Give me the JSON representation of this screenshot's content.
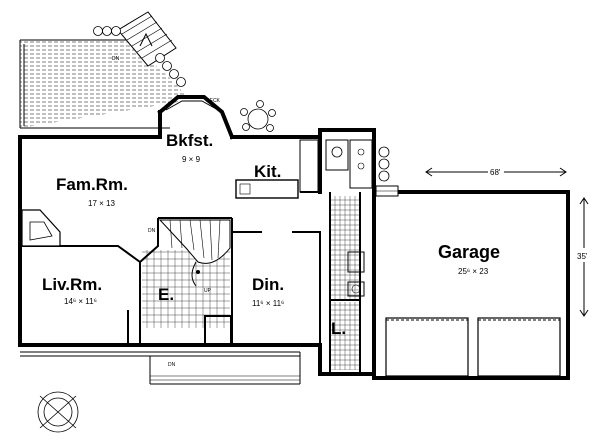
{
  "rooms": {
    "bkfst": {
      "name": "Bkfst.",
      "dims": "9 × 9"
    },
    "kit": {
      "name": "Kit."
    },
    "fam": {
      "name": "Fam.Rm.",
      "dims": "17 × 13"
    },
    "liv": {
      "name": "Liv.Rm.",
      "dims": "14⁶ × 11⁶"
    },
    "entry": {
      "name": "E."
    },
    "din": {
      "name": "Din.",
      "dims": "11⁶ × 11⁶"
    },
    "laundry": {
      "name": "L."
    },
    "garage": {
      "name": "Garage",
      "dims": "25⁶ × 23"
    }
  },
  "labels": {
    "deck": "DECK",
    "dn_top": "DN",
    "dn_stair": "DN",
    "up": "UP",
    "dn_porch": "DN"
  },
  "dimensions": {
    "garage_width": "68'",
    "garage_depth": "35'"
  }
}
